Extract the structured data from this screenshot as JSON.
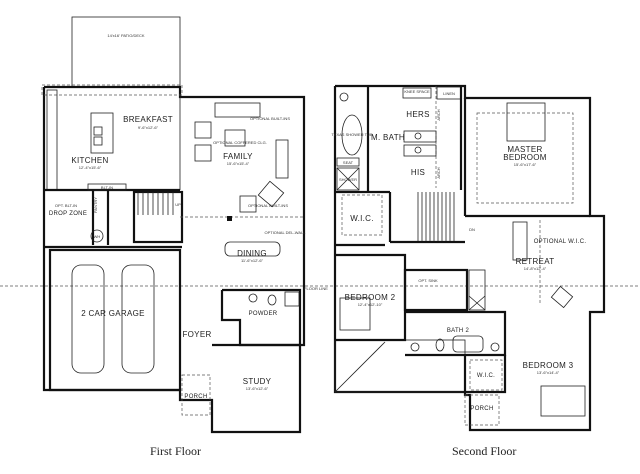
{
  "captions": {
    "first_floor": "First Floor",
    "second_floor": "Second Floor"
  },
  "first_floor": {
    "patio": "14'x16' PATIO/DECK",
    "breakfast": {
      "name": "BREAKFAST",
      "dims": "9'-6\"x12'-6\""
    },
    "kitchen": {
      "name": "KITCHEN",
      "dims": "12'-4\"x15'-6\""
    },
    "family": {
      "name": "FAMILY",
      "dims": "15'-6\"x15'-4\""
    },
    "optional_built_ins_1": "OPTIONAL BUILT-INS",
    "optional_built_ins_2": "OPTIONAL BUILT-INS",
    "optional_coffered": "OPTIONAL COFFERED CLG.",
    "built_in": "BLT-IN",
    "pantry": "PANTRY",
    "drop_zone": "DROP ZONE",
    "opt_built_in": "OPT. BLT-IN",
    "water_heater": "WH",
    "up": "UP",
    "optional_del_wall": "OPTIONAL DEL-WALL",
    "dining": {
      "name": "DINING",
      "dims": "11'-6\"x12'-6\""
    },
    "garage": "2 CAR GARAGE",
    "foyer": "FOYER",
    "powder": "POWDER",
    "study": {
      "name": "STUDY",
      "dims": "13'-6\"x12'-6\""
    },
    "porch": "PORCH",
    "floor_line": "FLOOR LINE"
  },
  "second_floor": {
    "linen": "LINEN",
    "knee_space": "KNEE SPACE",
    "hers": "HERS",
    "his": "HIS",
    "m_bath": "M. BATH",
    "tub": "TEXAS SHOWER TUB",
    "seat": "SEAT",
    "shower": "SHOWER",
    "arch1": "ARCH",
    "arch2": "ARCH",
    "master": {
      "name1": "MASTER",
      "name2": "BEDROOM",
      "dims": "15'-6\"x17'-6\""
    },
    "wic": "W.I.C.",
    "dn": "DN",
    "optional_wic": "OPTIONAL W.I.C.",
    "retreat": {
      "name": "RETREAT",
      "dims": "14'-8\"x12'-4\""
    },
    "opt_sink": "OPT. SINK",
    "bedroom2": {
      "name": "BEDROOM 2",
      "dims": "12'-4\"x12'-10\""
    },
    "bath2": "BATH 2",
    "bedroom3": {
      "name": "BEDROOM 3",
      "dims": "13'-6\"x14'-4\""
    },
    "wic3": "W.I.C.",
    "porch": "PORCH"
  }
}
